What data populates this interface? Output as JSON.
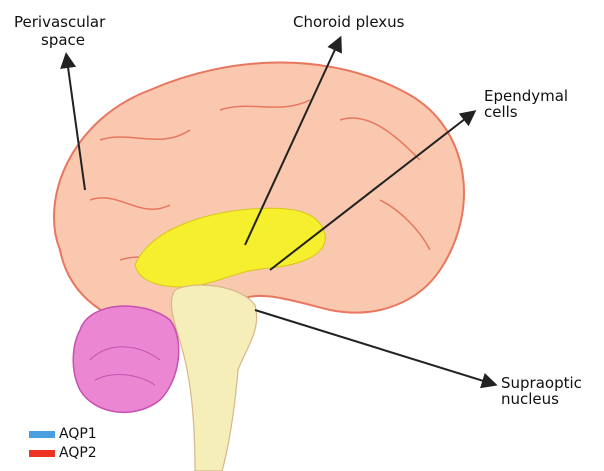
{
  "labels": {
    "perivascular_1": "Perivascular",
    "perivascular_2": "space",
    "choroid": "Choroid plexus",
    "ependymal_1": "Ependymal",
    "ependymal_2": "cells",
    "supraoptic_1": "Supraoptic",
    "supraoptic_2": "nucleus"
  },
  "legend": [
    {
      "label": "AQP1",
      "color": "#4a9fe0"
    },
    {
      "label": "AQP2",
      "color": "#ee3322"
    }
  ],
  "colors": {
    "cortex": "#f9c8ae",
    "cortex_stroke": "#e8775f",
    "ventricle": "#f5ef2e",
    "brainstem": "#f6eeb8",
    "cerebellum": "#ea86d2",
    "arrow": "#222222"
  }
}
